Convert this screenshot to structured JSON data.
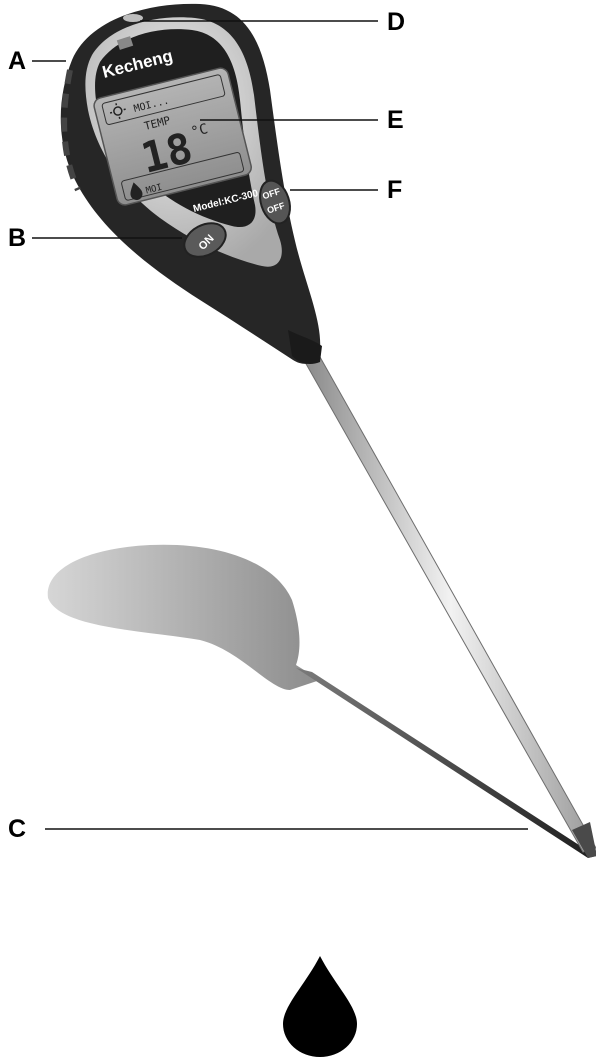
{
  "callouts": {
    "a": "A",
    "b": "B",
    "c": "C",
    "d": "D",
    "e": "E",
    "f": "F"
  },
  "device": {
    "brand": "Kecheng",
    "model": "Model:KC-300",
    "on_button": "ON",
    "off_button_line1": "OFF",
    "off_button_line2": "OFF"
  },
  "display": {
    "light_label": "MOI...",
    "mode_label": "TEMP",
    "reading": "18",
    "unit": "°C",
    "moisture_label": "MOI"
  },
  "icons": {
    "sun": "sun-icon",
    "water_drop": "water-drop-icon"
  },
  "colors": {
    "body_dark": "#2b2b2b",
    "face_silver": "#cfcfcf",
    "lcd_bg": "#9a9a9a",
    "probe": "#d9d9d9",
    "shadow": "#9e9e9e"
  }
}
